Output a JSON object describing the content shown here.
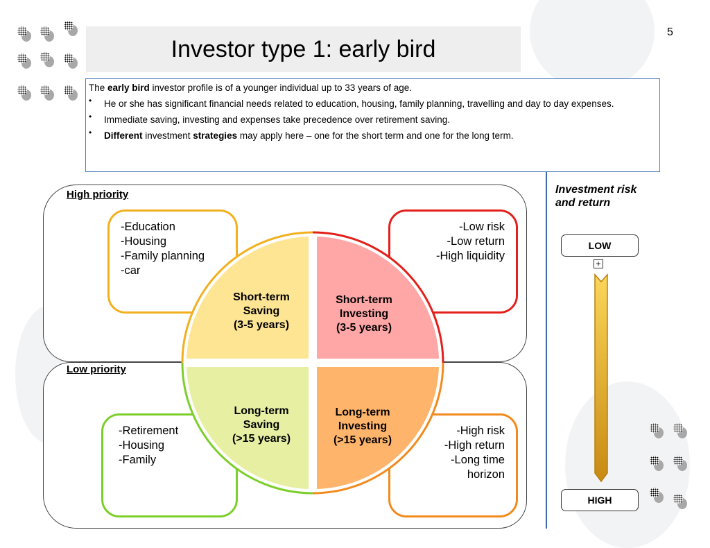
{
  "slide": {
    "title": "Investor type 1: early bird",
    "page_number": "5"
  },
  "intro": {
    "lead": {
      "prefix": "The ",
      "bold": "early bird",
      "suffix": " investor profile is of a younger individual up to 33 years of age."
    },
    "bullets": [
      {
        "parts": [
          {
            "text": "He or she has significant financial needs related to education, housing, family planning, travelling and day to day expenses.",
            "bold": false
          }
        ]
      },
      {
        "parts": [
          {
            "text": "Immediate saving, investing and expenses take precedence over retirement saving.",
            "bold": false
          }
        ]
      },
      {
        "parts": [
          {
            "text": "Different",
            "bold": true
          },
          {
            "text": " investment ",
            "bold": false
          },
          {
            "text": "strategies",
            "bold": true
          },
          {
            "text": " may apply here – one for the short term and one for the long term.",
            "bold": false
          }
        ]
      }
    ]
  },
  "diagram": {
    "high_priority": {
      "label": "High priority",
      "needs": [
        "-Education",
        "-Housing",
        "-Family planning",
        "-car"
      ],
      "investing_traits": [
        "-Low risk",
        "-Low return",
        "-High liquidity"
      ]
    },
    "low_priority": {
      "label": "Low priority",
      "needs": [
        "-Retirement",
        "-Housing",
        "-Family"
      ],
      "investing_traits": [
        "-High risk",
        "-High return",
        "-Long time",
        "horizon"
      ]
    },
    "quadrants": [
      {
        "id": "short-term-saving",
        "lines": [
          "Short-term",
          "Saving",
          "(3-5 years)"
        ],
        "fill": "#fde594",
        "border": "#f2b01e"
      },
      {
        "id": "short-term-investing",
        "lines": [
          "Short-term",
          "Investing",
          "(3-5 years)"
        ],
        "fill": "#ffa6a6",
        "border": "#e3201b"
      },
      {
        "id": "long-term-saving",
        "lines": [
          "Long-term",
          "Saving",
          "(>15 years)"
        ],
        "fill": "#e6efa2",
        "border": "#7ccf2a"
      },
      {
        "id": "long-term-investing",
        "lines": [
          "Long-term",
          "Investing",
          "(>15 years)"
        ],
        "fill": "#ffb46c",
        "border": "#f28a1d"
      }
    ]
  },
  "risk_scale": {
    "title_line1": "Investment risk",
    "title_line2": "and return",
    "top_label": "LOW",
    "bottom_label": "HIGH",
    "expand_symbol": "+",
    "arrow_color_top": "#fbd65a",
    "arrow_color_bottom": "#c88a12"
  },
  "colors": {
    "title_bg": "#eeeeee",
    "intro_border": "#4f7fbf",
    "divider": "#3e6aa6"
  }
}
